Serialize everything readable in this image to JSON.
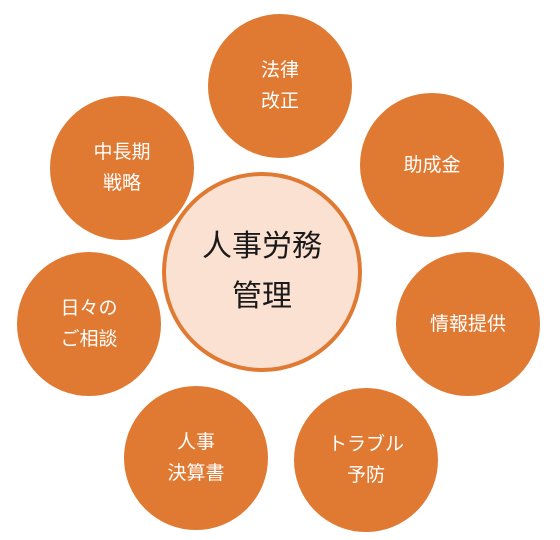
{
  "colors": {
    "outer_fill": "#e07a33",
    "center_fill": "#fbe1d2",
    "center_border": "#e07a33",
    "outer_text": "#ffffff",
    "center_text": "#1a1a1a"
  },
  "center": {
    "line1": "人事労務",
    "line2": "管理"
  },
  "nodes": [
    {
      "id": "houritsu",
      "lines": [
        "法律",
        "改正"
      ]
    },
    {
      "id": "joseikin",
      "lines": [
        "助成金"
      ]
    },
    {
      "id": "jouhou",
      "lines": [
        "情報提供"
      ]
    },
    {
      "id": "trouble",
      "lines": [
        "トラブル",
        "予防"
      ]
    },
    {
      "id": "jinji",
      "lines": [
        "人事",
        "決算書"
      ]
    },
    {
      "id": "hibi",
      "lines": [
        "日々の",
        "ご相談"
      ]
    },
    {
      "id": "chuuchou",
      "lines": [
        "中長期",
        "戦略"
      ]
    }
  ]
}
